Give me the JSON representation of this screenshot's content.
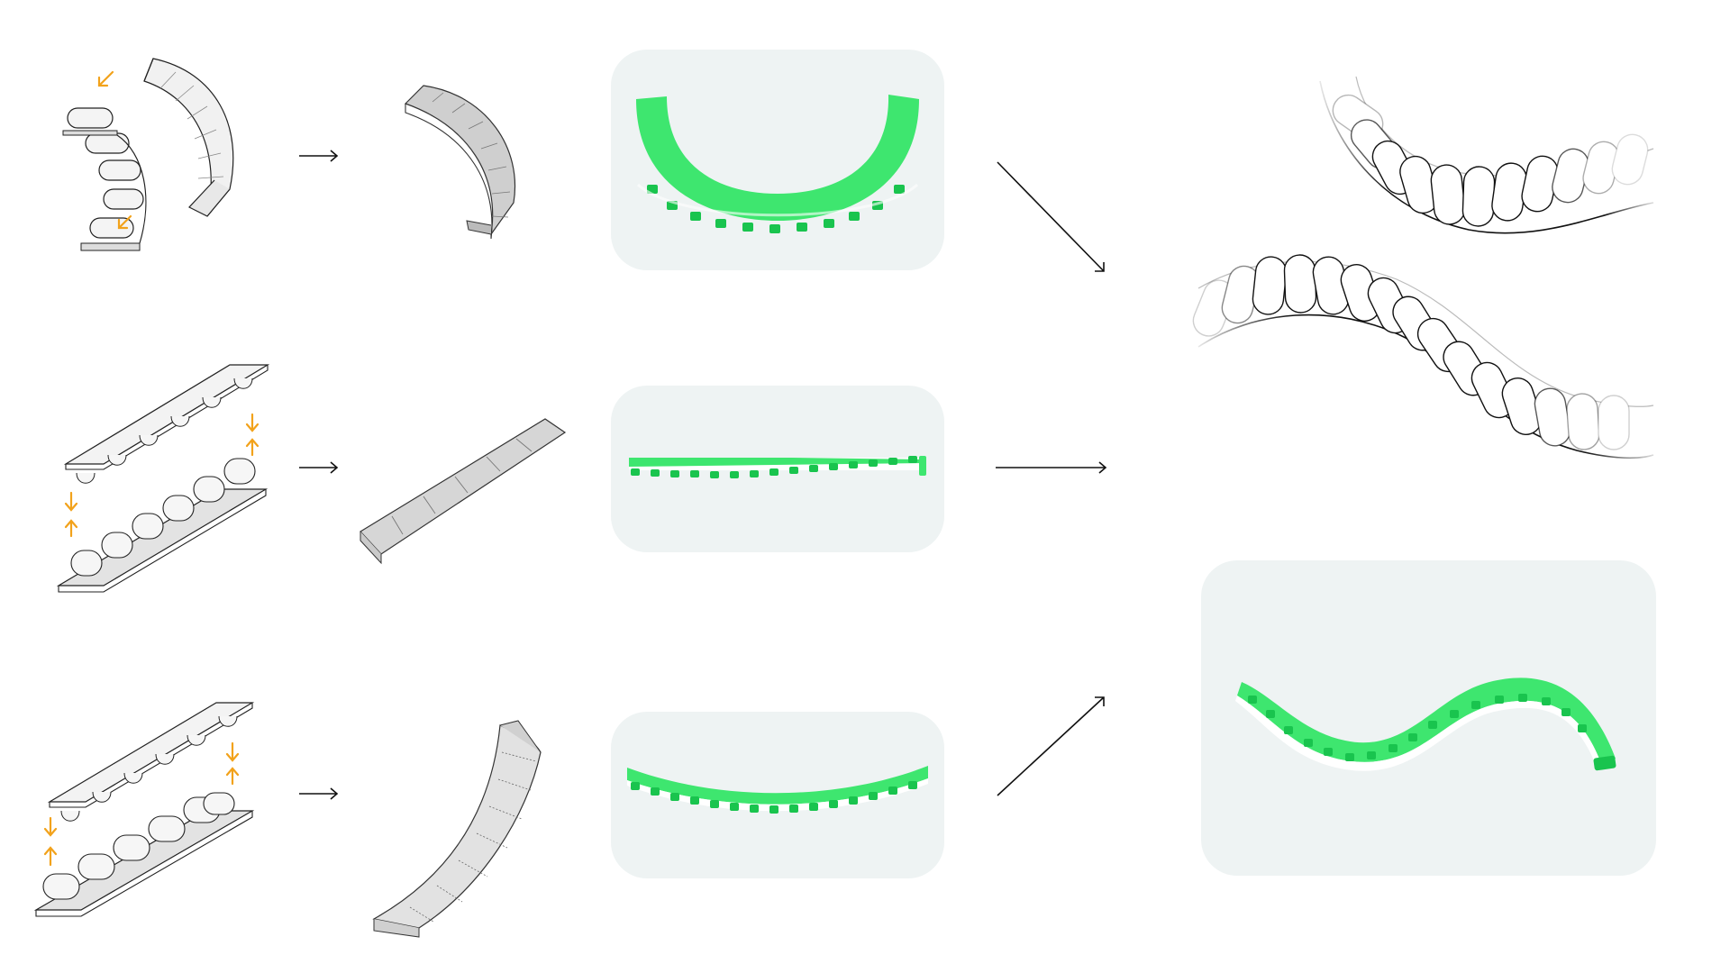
{
  "colors": {
    "accent_arrow": "#f2a21b",
    "print_green": "#3ee66f",
    "print_green_dark": "#19c44e",
    "panel_bg": "#eef3f3",
    "line": "#111111"
  },
  "rows": [
    {
      "assembly_icon": "curved-stacked-module-icon",
      "result_icon": "curved-shell-icon",
      "photo": "green-arc-photo"
    },
    {
      "assembly_icon": "straight-paired-strip-icon",
      "result_icon": "twisted-strip-icon",
      "photo": "green-straight-strip-photo"
    },
    {
      "assembly_icon": "straight-paired-strip-icon",
      "result_icon": "bent-strip-icon",
      "photo": "green-shallow-arc-photo"
    }
  ],
  "result": {
    "drawing_icon": "s-curve-chain-drawing-icon",
    "photo": "green-s-curve-photo"
  }
}
